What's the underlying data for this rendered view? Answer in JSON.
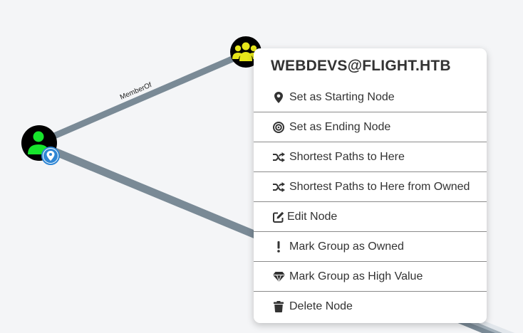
{
  "graph": {
    "edge_label": "MemberOf",
    "edge_color": "#7a8a96",
    "user_node_color": "#17e52c",
    "group_node_color": "#e6e61a",
    "node_bg": "#000000",
    "marker_color": "#2f86d4"
  },
  "context_menu": {
    "title": "WEBDEVS@FLIGHT.HTB",
    "items": [
      {
        "label": "Set as Starting Node",
        "icon": "map-marker-icon"
      },
      {
        "label": "Set as Ending Node",
        "icon": "bullseye-icon"
      },
      {
        "label": "Shortest Paths to Here",
        "icon": "shuffle-icon"
      },
      {
        "label": "Shortest Paths to Here from Owned",
        "icon": "shuffle-icon"
      },
      {
        "label": "Edit Node",
        "icon": "edit-icon"
      },
      {
        "label": "Mark Group as Owned",
        "icon": "exclamation-icon"
      },
      {
        "label": "Mark Group as High Value",
        "icon": "gem-icon"
      },
      {
        "label": "Delete Node",
        "icon": "trash-icon"
      }
    ]
  }
}
